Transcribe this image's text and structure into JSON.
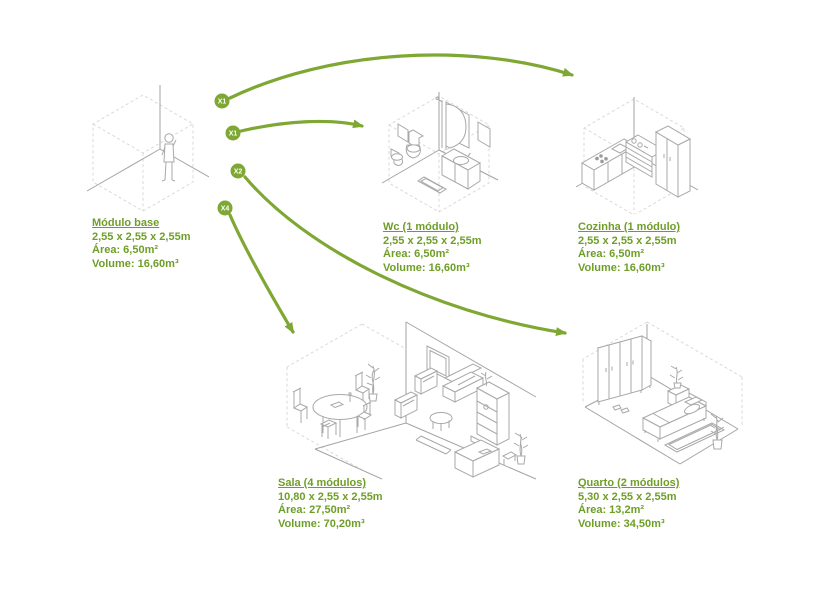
{
  "page": {
    "background": "#ffffff"
  },
  "colors": {
    "text_green": "#6f9e28",
    "arrow_green": "#7ea733",
    "line_gray": "#a8a8a8",
    "dash_gray": "#d9d9d9"
  },
  "modules": [
    {
      "id": "modulo-base",
      "title": "Módulo base",
      "dimensions": "2,55 x 2,55 x 2,55m",
      "area": "Área: 6,50m²",
      "volume": "Volume: 16,60m³"
    },
    {
      "id": "wc",
      "title": "Wc (1 módulo)",
      "dimensions": "2,55 x 2,55 x 2,55m",
      "area": "Área: 6,50m²",
      "volume": "Volume: 16,60m³"
    },
    {
      "id": "cozinha",
      "title": "Cozinha (1 módulo)",
      "dimensions": "2,55 x 2,55 x 2,55m",
      "area": "Área: 6,50m²",
      "volume": "Volume: 16,60m³"
    },
    {
      "id": "sala",
      "title": "Sala (4 módulos)",
      "dimensions": "10,80 x 2,55 x 2,55m",
      "area": "Área: 27,50m²",
      "volume": "Volume: 70,20m³"
    },
    {
      "id": "quarto",
      "title": "Quarto (2 módulos)",
      "dimensions": "5,30 x 2,55 x 2,55m",
      "area": "Área: 13,2m²",
      "volume": "Volume: 34,50m³"
    }
  ],
  "multipliers": [
    {
      "label": "X1",
      "from": "Módulo base",
      "to": "Cozinha (1 módulo)"
    },
    {
      "label": "X1",
      "from": "Módulo base",
      "to": "Wc (1 módulo)"
    },
    {
      "label": "X2",
      "from": "Módulo base",
      "to": "Quarto (2 módulos)"
    },
    {
      "label": "X4",
      "from": "Módulo base",
      "to": "Sala (4 módulos)"
    }
  ]
}
